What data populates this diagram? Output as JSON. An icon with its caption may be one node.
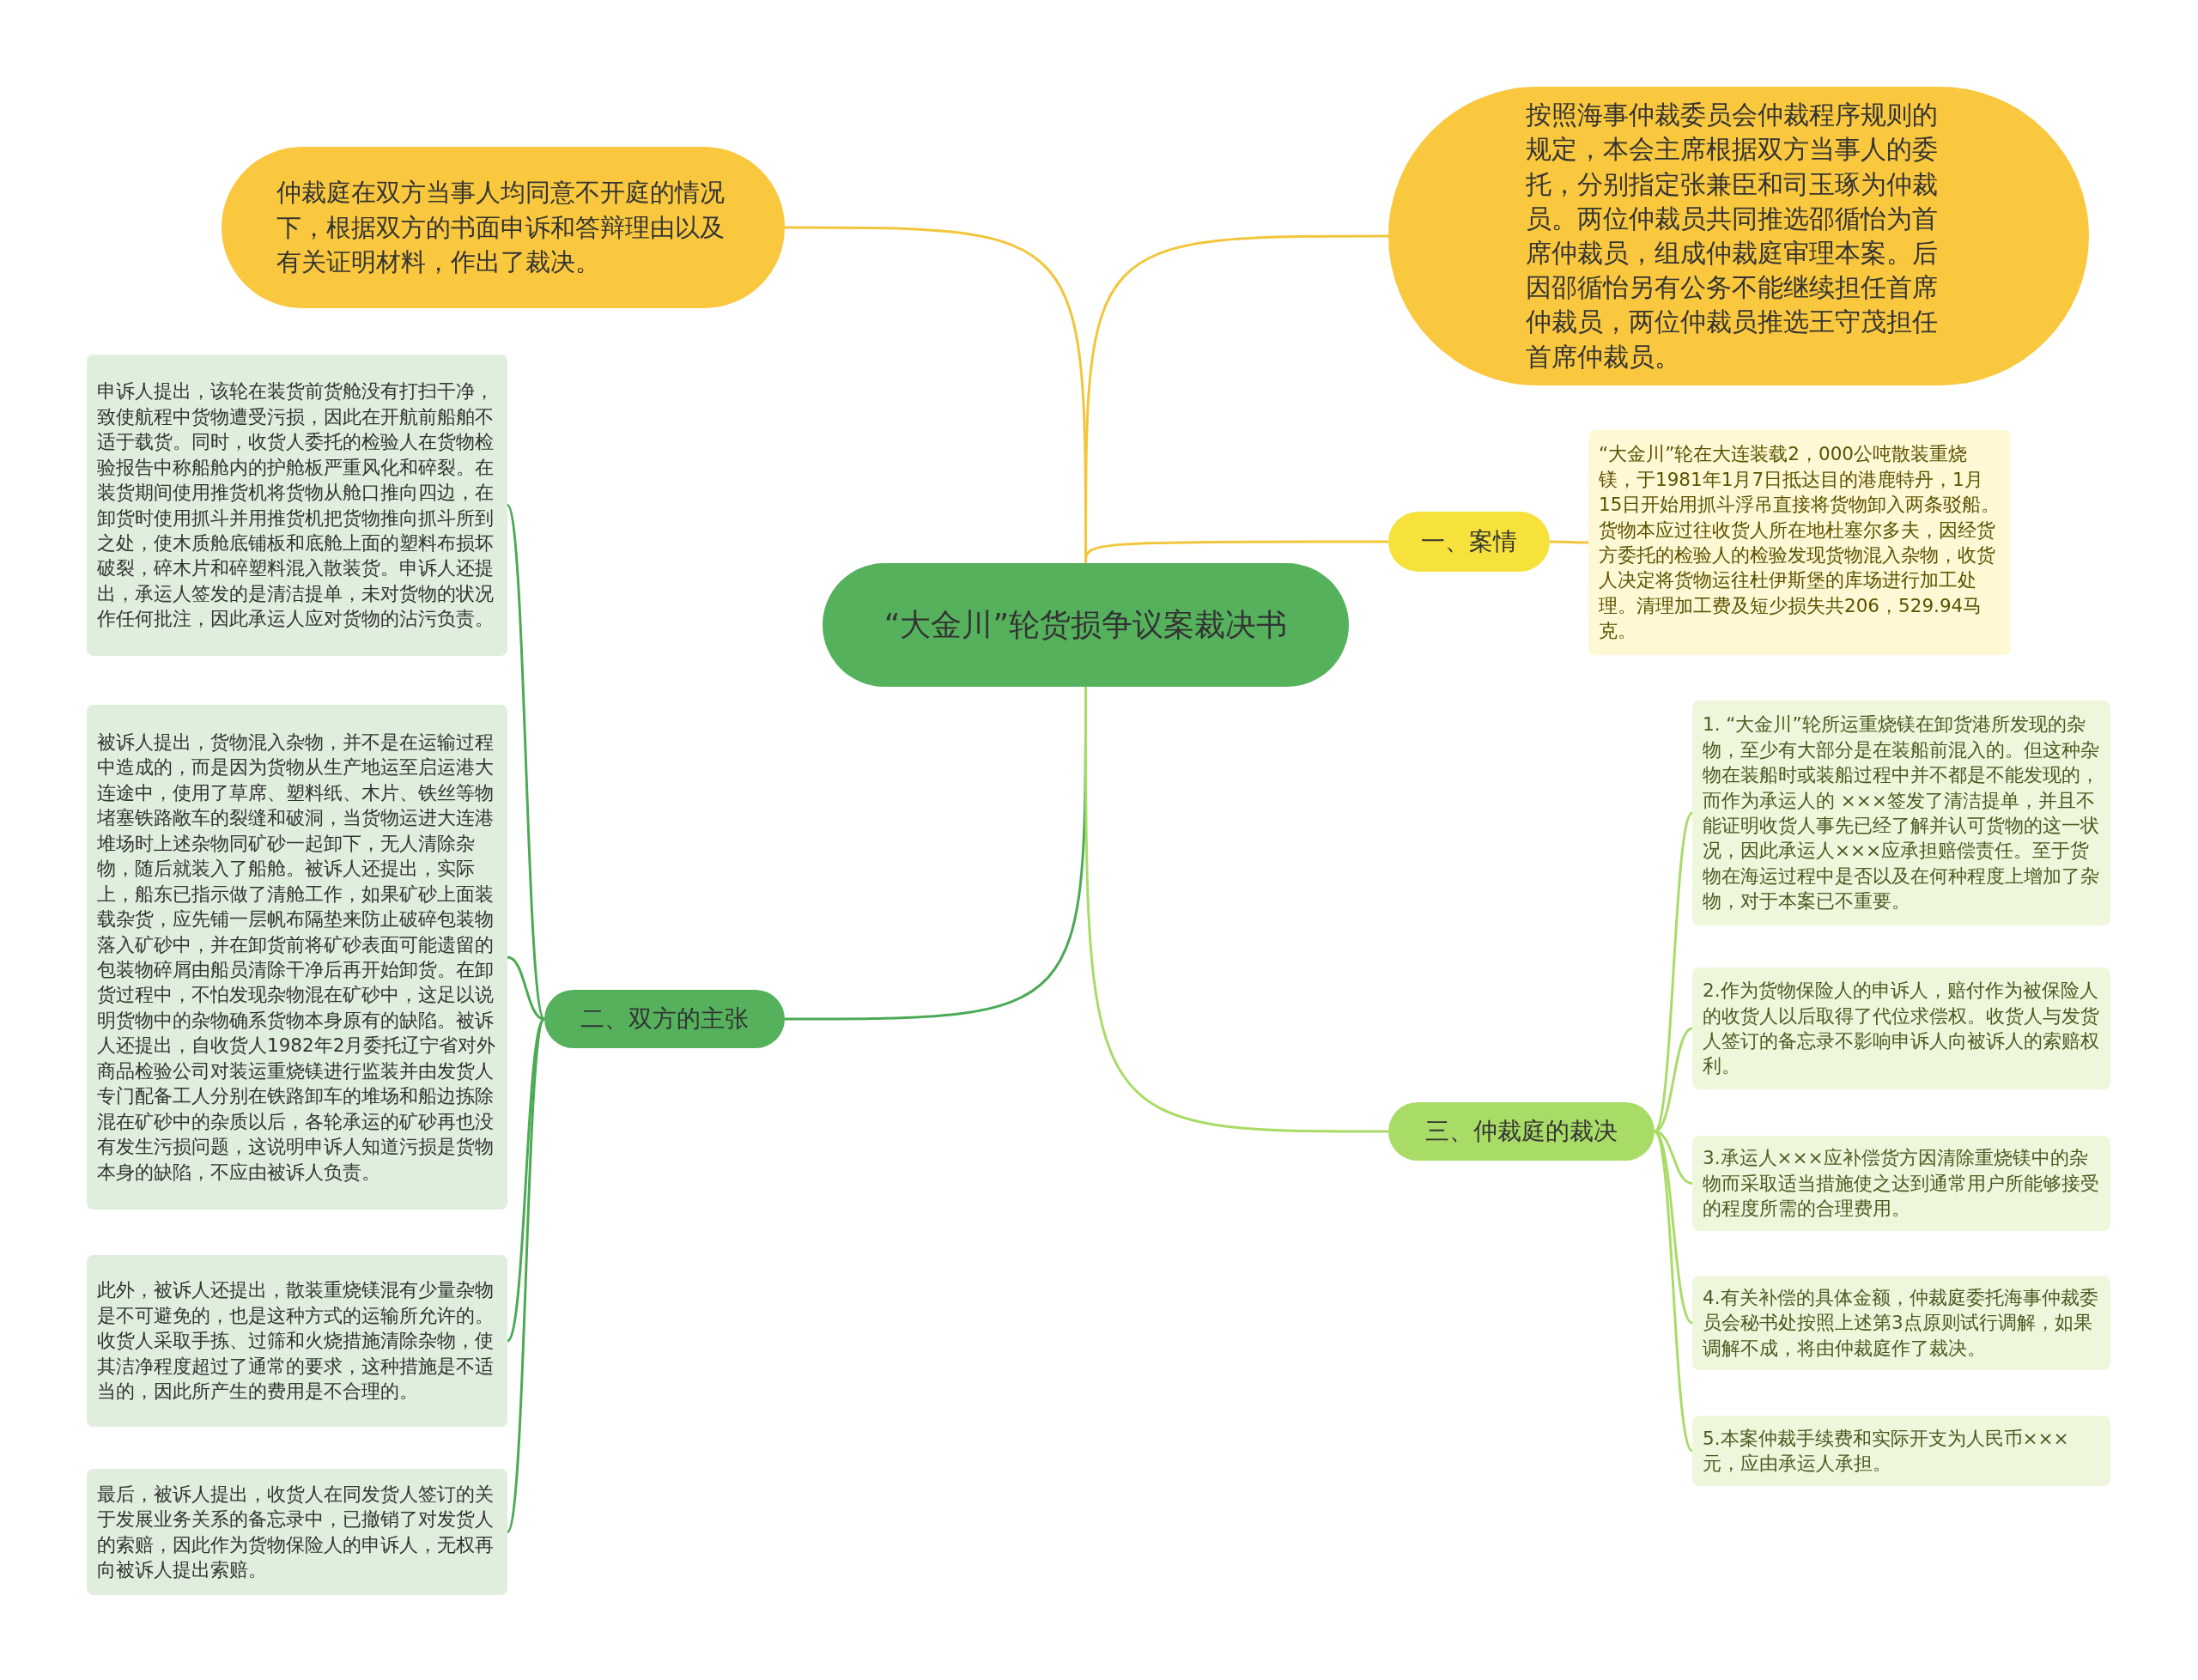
{
  "diagram": {
    "nodes": [
      {
        "text": [
          "“大金川”轮货损争议案裁决书"
        ]
      },
      {
        "text": [
          "仲裁庭在双方当事人均同意不开庭的情况下，根据双方的书面申诉和答辩理由以及有关证明材料，作出了裁决。"
        ]
      },
      {
        "text": [
          "按照海事仲裁委员会仲裁程序规则的规定，本会主席根据双方当事人的委托，分别指定张兼臣和司玉琢为仲裁员。两位仲裁员共同推选邵循怡为首席仲裁员，组成仲裁庭审理本案。后因邵循怡另有公务不能继续担任首席仲裁员，两位仲裁员推选王守茂担任首席仲裁员。"
        ]
      },
      {
        "text": [
          "一、案情"
        ]
      },
      {
        "text": [
          "“大金川”轮在大连装载2，000公吨散装重烧镁，于1981年1月7日抵达目的港鹿特丹，1月15日开始用抓斗浮吊直接将货物卸入两条驳船。货物本应过往收货人所在地杜塞尔多夫，因经货方委托的检验人的检验发现货物混入杂物，收货人决定将货物运往杜伊斯堡的库场进行加工处理。清理加工费及短少损失共206，529.94马克。"
        ]
      },
      {
        "text": [
          "二、双方的主张"
        ]
      },
      {
        "text": [
          "申诉人提出，该轮在装货前货舱没有打扫干净，致使航程中货物遭受污损，因此在开航前船舶不适于载货。同时，收货人委托的检验人在货物检验报告中称船舱内的护舱板严重风化和碎裂。在装货期间使用推货机将货物从舱口推向四边，在卸货时使用抓斗并用推货机把货物推向抓斗所到之处，使木质舱底铺板和底舱上面的塑料布损坏破裂，碎木片和碎塑料混入散装货。申诉人还提出，承运人签发的是清洁提单，未对货物的状况作任何批注，因此承运人应对货物的沾污负责。"
        ]
      },
      {
        "text": [
          "被诉人提出，货物混入杂物，并不是在运输过程中造成的，而是因为货物从生产地运至启运港大连途中，使用了草席、塑料纸、木片、铁丝等物堵塞铁路敞车的裂缝和破洞，当货物运进大连港堆场时上述杂物同矿砂一起卸下，无人清除杂物，随后就装入了船舱。被诉人还提出，实际上，船东已指示做了清舱工作，如果矿砂上面装载杂货，应先铺一层帆布隔垫来防止破碎包装物落入矿砂中，并在卸货前将矿砂表面可能遗留的包装物碎屑由船员清除干净后再开始卸货。在卸货过程中，不怕发现杂物混在矿砂中，这足以说明货物中的杂物确系货物本身原有的缺陷。被诉人还提出，自收货人1982年2月委托辽宁省对外商品检验公司对装运重烧镁进行监装并由发货人专门配备工人分别在铁路卸车的堆场和船边拣除混在矿砂中的杂质以后，各轮承运的矿砂再也没有发生污损问题，这说明申诉人知道污损是货物本身的缺陷，不应由被诉人负责。"
        ]
      },
      {
        "text": [
          "此外，被诉人还提出，散装重烧镁混有少量杂物是不可避免的，也是这种方式的运输所允许的。收货人采取手拣、过筛和火烧措施清除杂物，使其洁净程度超过了通常的要求，这种措施是不适当的，因此所产生的费用是不合理的。"
        ]
      },
      {
        "text": [
          "最后，被诉人提出，收货人在同发货人签订的关于发展业务关系的备忘录中，已撤销了对发货人的索赔，因此作为货物保险人的申诉人，无权再向被诉人提出索赔。"
        ]
      },
      {
        "text": [
          "三、仲裁庭的裁决"
        ]
      },
      {
        "text": [
          "1. “大金川”轮所运重烧镁在卸货港所发现的杂物，至少有大部分是在装船前混入的。但这种杂物在装船时或装船过程中并不都是不能发现的，而作为承运人的 ×××签发了清洁提单，并且不能证明收货人事先已经了解并认可货物的这一状况，因此承运人×××应承担赔偿责任。至于货物在海运过程中是否以及在何种程度上增加了杂物，对于本案已不重要。"
        ]
      },
      {
        "text": [
          "2.作为货物保险人的申诉人，赔付作为被保险人的收货人以后取得了代位求偿权。收货人与发货人签订的备忘录不影响申诉人向被诉人的索赔权利。"
        ]
      },
      {
        "text": [
          "3.承运人×××应补偿货方因清除重烧镁中的杂物而采取适当措施使之达到通常用户所能够接受的程度所需的合理费用。"
        ]
      },
      {
        "text": [
          "4.有关补偿的具体金额，仲裁庭委托海事仲裁委员会秘书处按照上述第3点原则试行调解，如果调解不成，将由仲裁庭作了裁决。"
        ]
      },
      {
        "text": [
          "5.本案仲裁手续费和实际开支为人民币×××元，应由承运人承担。"
        ]
      }
    ],
    "edges": [
      {
        "from": 0,
        "to": 1,
        "arrow": "none",
        "color": "#f2c63c"
      },
      {
        "from": 0,
        "to": 2,
        "arrow": "none",
        "color": "#f2c63c"
      },
      {
        "from": 0,
        "to": 3,
        "arrow": "none",
        "color": "#f2c63c"
      },
      {
        "from": 0,
        "to": 5,
        "arrow": "none",
        "color": "#4caa55"
      },
      {
        "from": 0,
        "to": 10,
        "arrow": "none",
        "color": "#a8dc66"
      },
      {
        "from": 3,
        "to": 4,
        "arrow": "none",
        "color": "#f2c63c"
      },
      {
        "from": 5,
        "to": 6,
        "arrow": "none",
        "color": "#4caa55"
      },
      {
        "from": 5,
        "to": 7,
        "arrow": "none",
        "color": "#4caa55"
      },
      {
        "from": 5,
        "to": 8,
        "arrow": "none",
        "color": "#4caa55"
      },
      {
        "from": 5,
        "to": 9,
        "arrow": "none",
        "color": "#4caa55"
      },
      {
        "from": 10,
        "to": 11,
        "arrow": "none",
        "color": "#a8dc66"
      },
      {
        "from": 10,
        "to": 12,
        "arrow": "none",
        "color": "#a8dc66"
      },
      {
        "from": 10,
        "to": 13,
        "arrow": "none",
        "color": "#a8dc66"
      },
      {
        "from": 10,
        "to": 14,
        "arrow": "none",
        "color": "#a8dc66"
      },
      {
        "from": 10,
        "to": 15,
        "arrow": "none",
        "color": "#a8dc66"
      }
    ]
  }
}
